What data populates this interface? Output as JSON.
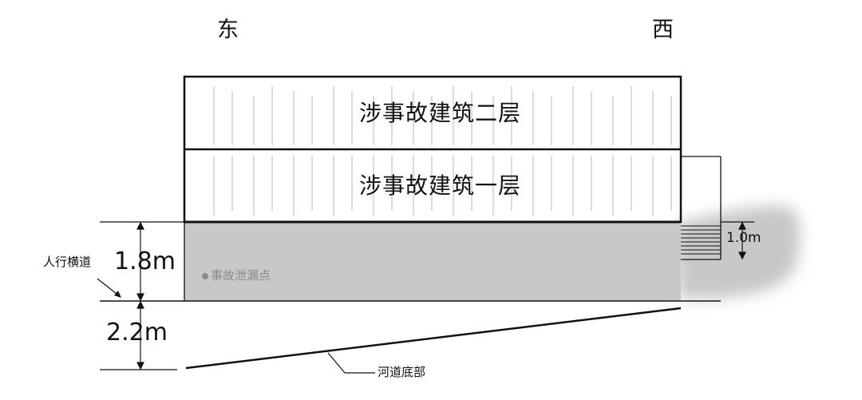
{
  "directions": {
    "east": "东",
    "west": "西"
  },
  "floors": {
    "second": "涉事故建筑二层",
    "first": "涉事故建筑一层"
  },
  "dimensions": {
    "sidewalk_depth": "1.8m",
    "river_depth": "2.2m",
    "stair_height": "1.0m"
  },
  "labels": {
    "sidewalk": "人行横道",
    "leak_point": "事故泄漏点",
    "riverbed": "河道底部"
  },
  "colors": {
    "water": "#c8c8c8",
    "line": "#111111",
    "leak_text": "#8a8a8a"
  }
}
